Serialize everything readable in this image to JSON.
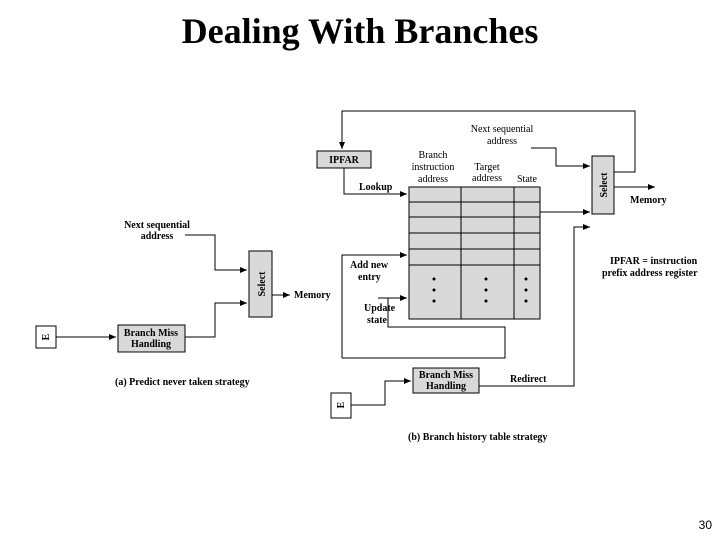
{
  "title": "Dealing With  Branches",
  "slide_number": "30",
  "diagram_a": {
    "next_sequential": [
      "Next sequential",
      "address"
    ],
    "select": "Select",
    "memory": "Memory",
    "e_label": "E",
    "branch_miss": [
      "Branch Miss",
      "Handling"
    ],
    "caption": "(a) Predict never taken strategy"
  },
  "diagram_b": {
    "next_sequential": [
      "Next sequential",
      "address"
    ],
    "ipfar": "IPFAR",
    "branch_instruction": [
      "Branch",
      "instruction",
      "address"
    ],
    "target_address": [
      "Target",
      "address"
    ],
    "state": "State",
    "select": "Select",
    "memory": "Memory",
    "lookup": "Lookup",
    "add_new_entry": [
      "Add new",
      "entry"
    ],
    "update_state": [
      "Update",
      "state"
    ],
    "ipfar_note": [
      "IPFAR = instruction",
      "prefix address register"
    ],
    "branch_miss": [
      "Branch Miss",
      "Handling"
    ],
    "redirect": "Redirect",
    "e_label": "E",
    "caption": "(b) Branch history table strategy"
  }
}
